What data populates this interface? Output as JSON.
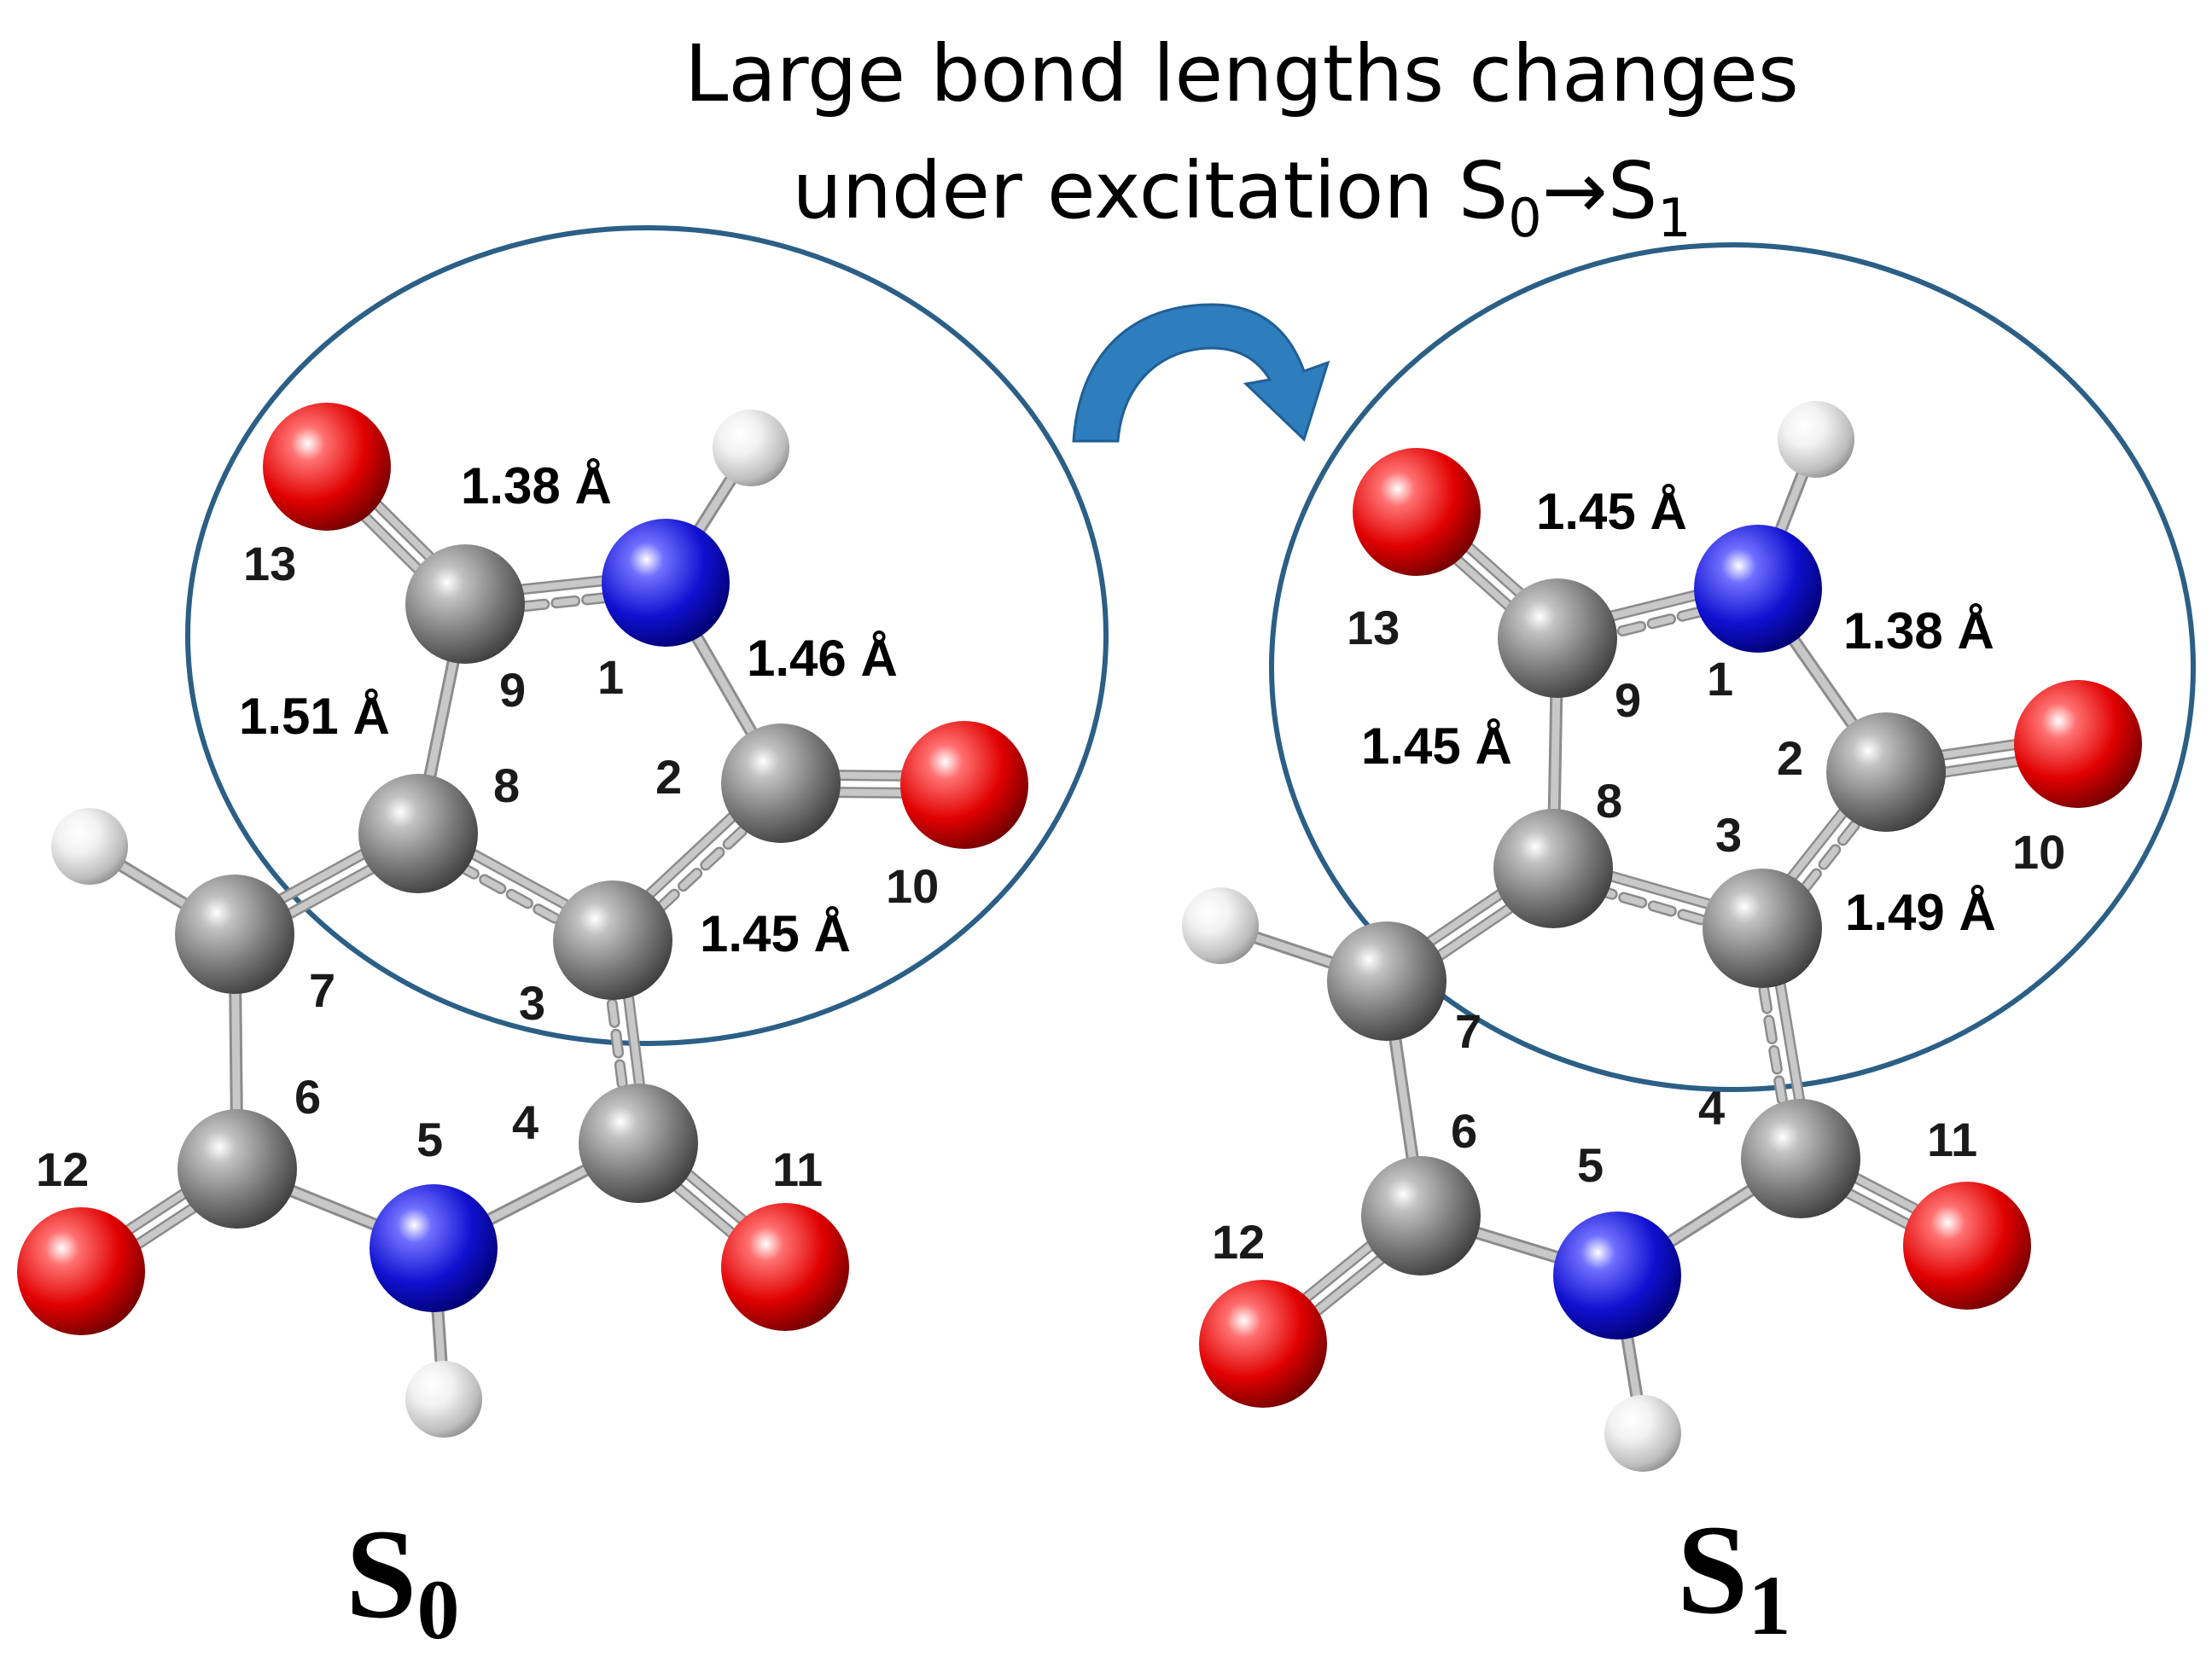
{
  "title": {
    "line1": "Large bond lengths changes",
    "line2_prefix": "under excitation S",
    "line2_sub0": "0",
    "line2_arrow": "→S",
    "line2_sub1": "1"
  },
  "colors": {
    "carbon": "#808080",
    "nitrogen": "#1414d2",
    "oxygen": "#e00000",
    "hydrogen": "#e6e6e6",
    "bond": "#c8c8c8",
    "ellipse": "#2b5f86",
    "arrow": "#2e7dbd"
  },
  "molecules": [
    {
      "state": {
        "main": "S",
        "sub": "0"
      },
      "bond_lengths": {
        "n1_c9": "1.38 Å",
        "n1_c2": "1.46 Å",
        "c9_c8": "1.51 Å",
        "c2_c3": "1.45 Å"
      },
      "atom_labels": {
        "1": "1",
        "2": "2",
        "3": "3",
        "4": "4",
        "5": "5",
        "6": "6",
        "7": "7",
        "8": "8",
        "9": "9",
        "10": "10",
        "11": "11",
        "12": "12",
        "13": "13"
      }
    },
    {
      "state": {
        "main": "S",
        "sub": "1"
      },
      "bond_lengths": {
        "n1_c9": "1.45 Å",
        "n1_c2": "1.38 Å",
        "c9_c8": "1.45 Å",
        "c2_c3": "1.49 Å"
      },
      "atom_labels": {
        "1": "1",
        "2": "2",
        "3": "3",
        "4": "4",
        "5": "5",
        "6": "6",
        "7": "7",
        "8": "8",
        "9": "9",
        "10": "10",
        "11": "11",
        "12": "12",
        "13": "13"
      }
    }
  ]
}
